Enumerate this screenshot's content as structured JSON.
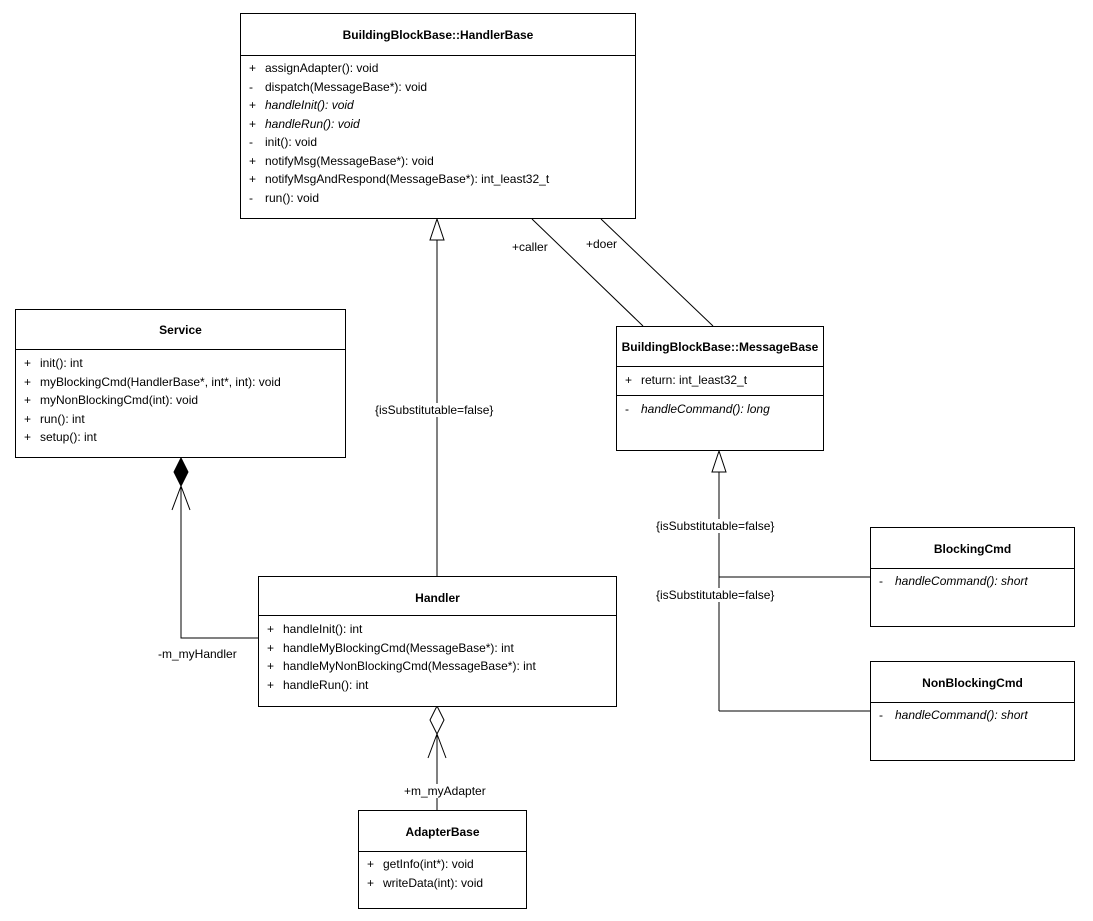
{
  "classes": {
    "handlerbase": {
      "name": "BuildingBlockBase::HandlerBase",
      "members": [
        {
          "vis": "+",
          "sig": "assignAdapter(): void",
          "italic": false
        },
        {
          "vis": "-",
          "sig": "dispatch(MessageBase*): void",
          "italic": false
        },
        {
          "vis": "+",
          "sig": "handleInit(): void",
          "italic": true
        },
        {
          "vis": "+",
          "sig": "handleRun(): void",
          "italic": true
        },
        {
          "vis": "-",
          "sig": "init(): void",
          "italic": false
        },
        {
          "vis": "+",
          "sig": "notifyMsg(MessageBase*): void",
          "italic": false
        },
        {
          "vis": "+",
          "sig": "notifyMsgAndRespond(MessageBase*): int_least32_t",
          "italic": false
        },
        {
          "vis": "-",
          "sig": "run(): void",
          "italic": false
        }
      ]
    },
    "service": {
      "name": "Service",
      "members": [
        {
          "vis": "+",
          "sig": "init(): int",
          "italic": false
        },
        {
          "vis": "+",
          "sig": "myBlockingCmd(HandlerBase*, int*, int): void",
          "italic": false
        },
        {
          "vis": "+",
          "sig": "myNonBlockingCmd(int): void",
          "italic": false
        },
        {
          "vis": "+",
          "sig": "run(): int",
          "italic": false
        },
        {
          "vis": "+",
          "sig": "setup(): int",
          "italic": false
        }
      ]
    },
    "messagebase": {
      "name": "BuildingBlockBase::MessageBase",
      "attributes": [
        {
          "vis": "+",
          "sig": "return: int_least32_t",
          "italic": false
        }
      ],
      "operations": [
        {
          "vis": "-",
          "sig": "handleCommand(): long",
          "italic": true
        }
      ]
    },
    "handler": {
      "name": "Handler",
      "members": [
        {
          "vis": "+",
          "sig": "handleInit(): int",
          "italic": false
        },
        {
          "vis": "+",
          "sig": "handleMyBlockingCmd(MessageBase*): int",
          "italic": false
        },
        {
          "vis": "+",
          "sig": "handleMyNonBlockingCmd(MessageBase*): int",
          "italic": false
        },
        {
          "vis": "+",
          "sig": "handleRun(): int",
          "italic": false
        }
      ]
    },
    "blockingcmd": {
      "name": "BlockingCmd",
      "members": [
        {
          "vis": "-",
          "sig": "handleCommand(): short",
          "italic": true
        }
      ]
    },
    "nonblockingcmd": {
      "name": "NonBlockingCmd",
      "members": [
        {
          "vis": "-",
          "sig": "handleCommand(): short",
          "italic": true
        }
      ]
    },
    "adapterbase": {
      "name": "AdapterBase",
      "members": [
        {
          "vis": "+",
          "sig": "getInfo(int*): void",
          "italic": false
        },
        {
          "vis": "+",
          "sig": "writeData(int): void",
          "italic": false
        }
      ]
    }
  },
  "labels": {
    "caller": "+caller",
    "doer": "+doer",
    "substitutable_handler": "{isSubstitutable=false}",
    "substitutable_blocking": "{isSubstitutable=false}",
    "substitutable_nonblocking": "{isSubstitutable=false}",
    "my_handler": "-m_myHandler",
    "my_adapter": "+m_myAdapter"
  }
}
